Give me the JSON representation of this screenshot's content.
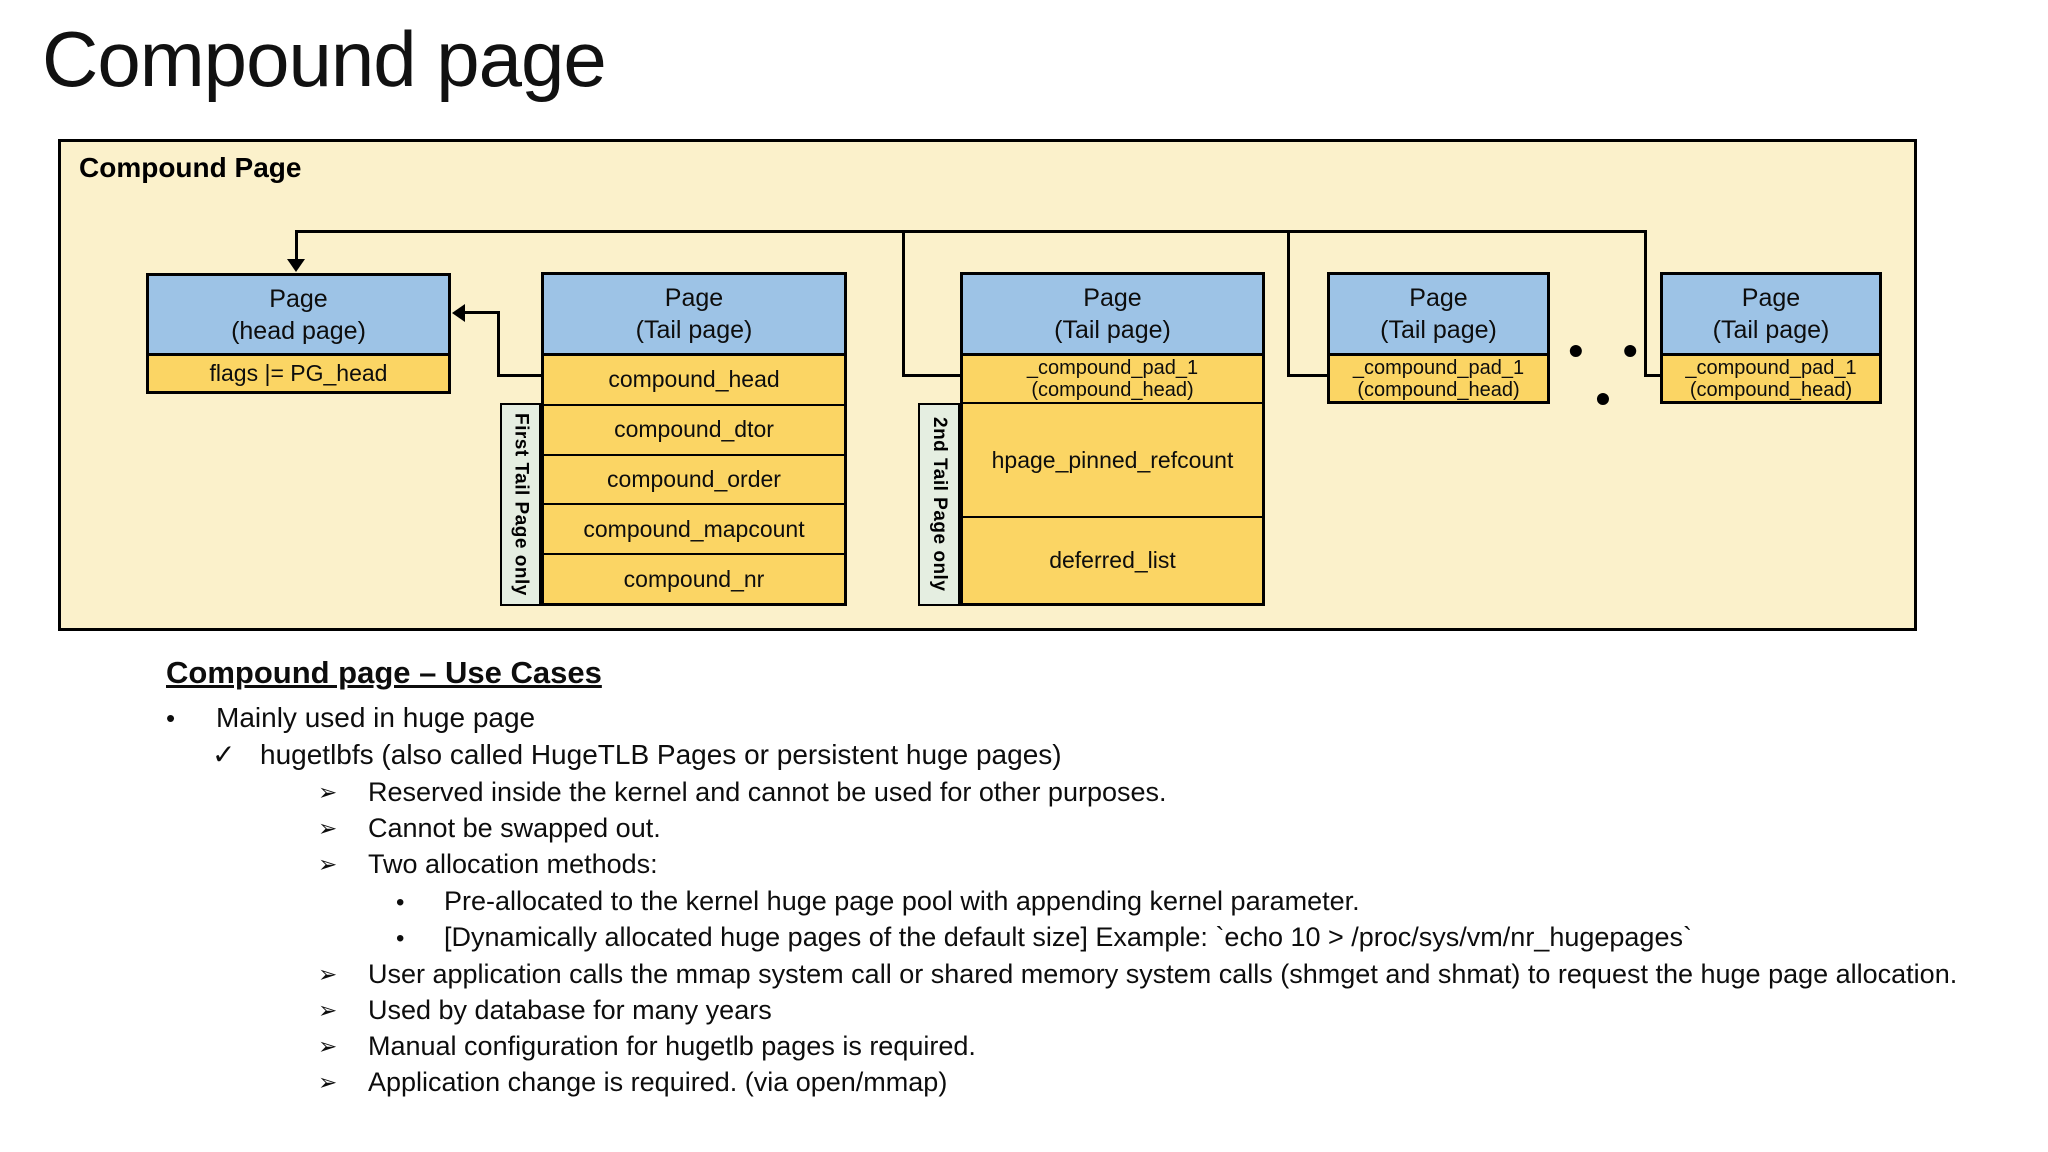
{
  "page": {
    "title": "Compound page"
  },
  "diagram": {
    "container_label": "Compound Page",
    "dots": "• • •",
    "colors": {
      "container_bg": "#FBF1CB",
      "header_blue": "#9DC3E6",
      "row_yellow": "#FBD564",
      "side_label_green": "#E5EEE1",
      "line_black": "#000000"
    },
    "box1": {
      "title1": "Page",
      "title2": "(head page)",
      "row1": "flags |= PG_head"
    },
    "box2": {
      "title1": "Page",
      "title2": "(Tail page)",
      "row1": "compound_head",
      "row2": "compound_dtor",
      "row3": "compound_order",
      "row4": "compound_mapcount",
      "row5": "compound_nr",
      "side_label": "First Tail Page only"
    },
    "box3": {
      "title1": "Page",
      "title2": "(Tail page)",
      "row1a": "_compound_pad_1",
      "row1b": "(compound_head)",
      "row2": "hpage_pinned_refcount",
      "row3": "deferred_list",
      "side_label": "2nd Tail Page only"
    },
    "box4": {
      "title1": "Page",
      "title2": "(Tail page)",
      "row1a": "_compound_pad_1",
      "row1b": "(compound_head)"
    },
    "box5": {
      "title1": "Page",
      "title2": "(Tail page)",
      "row1a": "_compound_pad_1",
      "row1b": "(compound_head)"
    }
  },
  "use_cases": {
    "heading": "Compound page – Use Cases",
    "items": [
      {
        "marker": "•",
        "text": "Mainly used in huge page"
      },
      {
        "marker": "✓",
        "text": "hugetlbfs (also called HugeTLB Pages or persistent huge pages)"
      },
      {
        "marker": "➢",
        "text": "Reserved inside the kernel and cannot be used for other purposes."
      },
      {
        "marker": "➢",
        "text": "Cannot be swapped out."
      },
      {
        "marker": "➢",
        "text": "Two allocation methods:"
      },
      {
        "marker": "•",
        "text": "Pre-allocated to the kernel huge page pool with appending kernel parameter."
      },
      {
        "marker": "•",
        "text": "[Dynamically allocated huge pages of the default size] Example: `echo 10 > /proc/sys/vm/nr_hugepages`"
      },
      {
        "marker": "➢",
        "text": "User application calls the mmap system call or shared memory system calls (shmget and shmat) to request the huge page allocation."
      },
      {
        "marker": "➢",
        "text": "Used by database for many years"
      },
      {
        "marker": "➢",
        "text": "Manual configuration for hugetlb pages is required."
      },
      {
        "marker": "➢",
        "text": "Application change is required. (via open/mmap)"
      }
    ]
  }
}
